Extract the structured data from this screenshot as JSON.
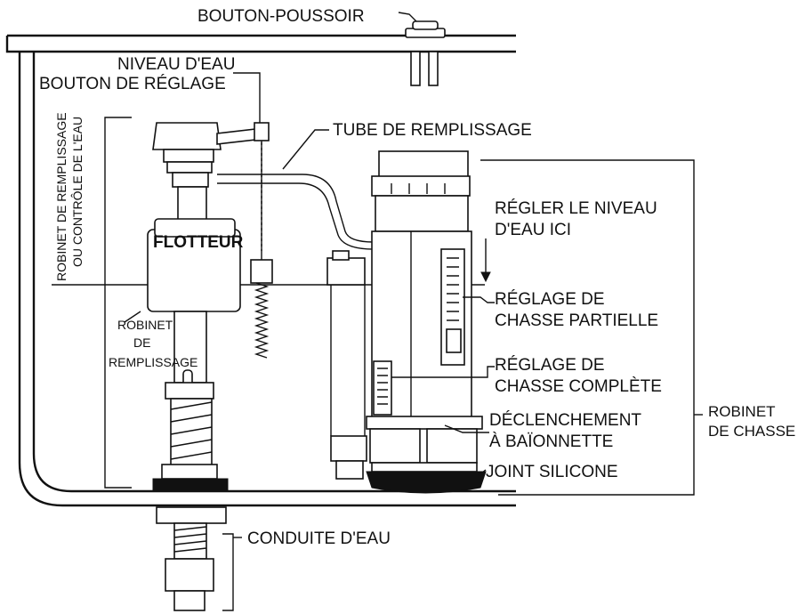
{
  "labels": {
    "push_button": "BOUTON-POUSSOIR",
    "water_level_1": "NIVEAU D'EAU",
    "water_level_2": "BOUTON DE RÉGLAGE",
    "fill_tube": "TUBE DE REMPLISSAGE",
    "fill_valve_side_1": "ROBINET DE REMPLISSAGE",
    "fill_valve_side_2": "OU CONTRÔLE DE L'EAU",
    "float": "FLOTTEUR",
    "fill_valve_small_1": "ROBINET",
    "fill_valve_small_2": "DE",
    "fill_valve_small_3": "REMPLISSAGE",
    "adjust_level_1": "RÉGLER LE NIVEAU",
    "adjust_level_2": "D'EAU ICI",
    "partial_flush_1": "RÉGLAGE DE",
    "partial_flush_2": "CHASSE PARTIELLE",
    "full_flush_1": "RÉGLAGE DE",
    "full_flush_2": "CHASSE COMPLÈTE",
    "bayonet_1": "DÉCLENCHEMENT",
    "bayonet_2": "À BAÏONNETTE",
    "silicone_seal": "JOINT SILICONE",
    "flush_valve_1": "ROBINET",
    "flush_valve_2": "DE CHASSE",
    "water_supply": "CONDUITE D'EAU"
  }
}
